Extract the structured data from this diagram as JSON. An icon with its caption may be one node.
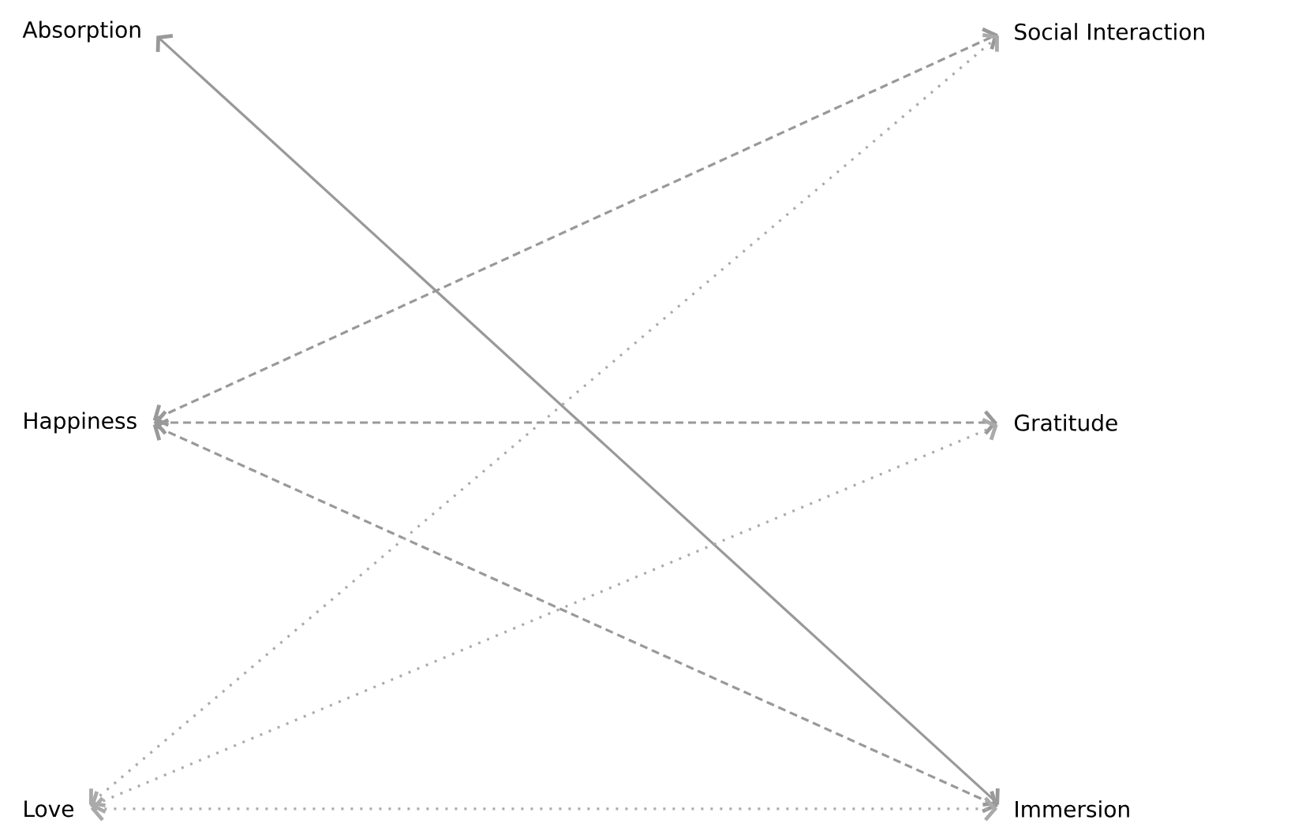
{
  "diagram": {
    "nodes": [
      {
        "text": [
          "Absorption"
        ]
      },
      {
        "text": [
          "Happiness"
        ]
      },
      {
        "text": [
          "Love"
        ]
      },
      {
        "text": [
          "Social Interaction"
        ]
      },
      {
        "text": [
          "Gratitude"
        ]
      },
      {
        "text": [
          "Immersion"
        ]
      }
    ],
    "edges": [
      {
        "from": 0,
        "to": 5,
        "arrow": "both"
      },
      {
        "from": 1,
        "to": 3,
        "arrow": "both",
        "style": "dashed"
      },
      {
        "from": 1,
        "to": 4,
        "arrow": "both",
        "style": "dashed"
      },
      {
        "from": 1,
        "to": 5,
        "arrow": "both",
        "style": "dashed"
      },
      {
        "from": 2,
        "to": 3,
        "arrow": "both",
        "style": "dashed",
        "color": "#aaaaaa"
      },
      {
        "from": 2,
        "to": 4,
        "arrow": "both",
        "style": "dashed",
        "color": "#aaaaaa"
      },
      {
        "from": 2,
        "to": 5,
        "arrow": "both",
        "style": "dashed",
        "color": "#aaaaaa"
      }
    ]
  }
}
